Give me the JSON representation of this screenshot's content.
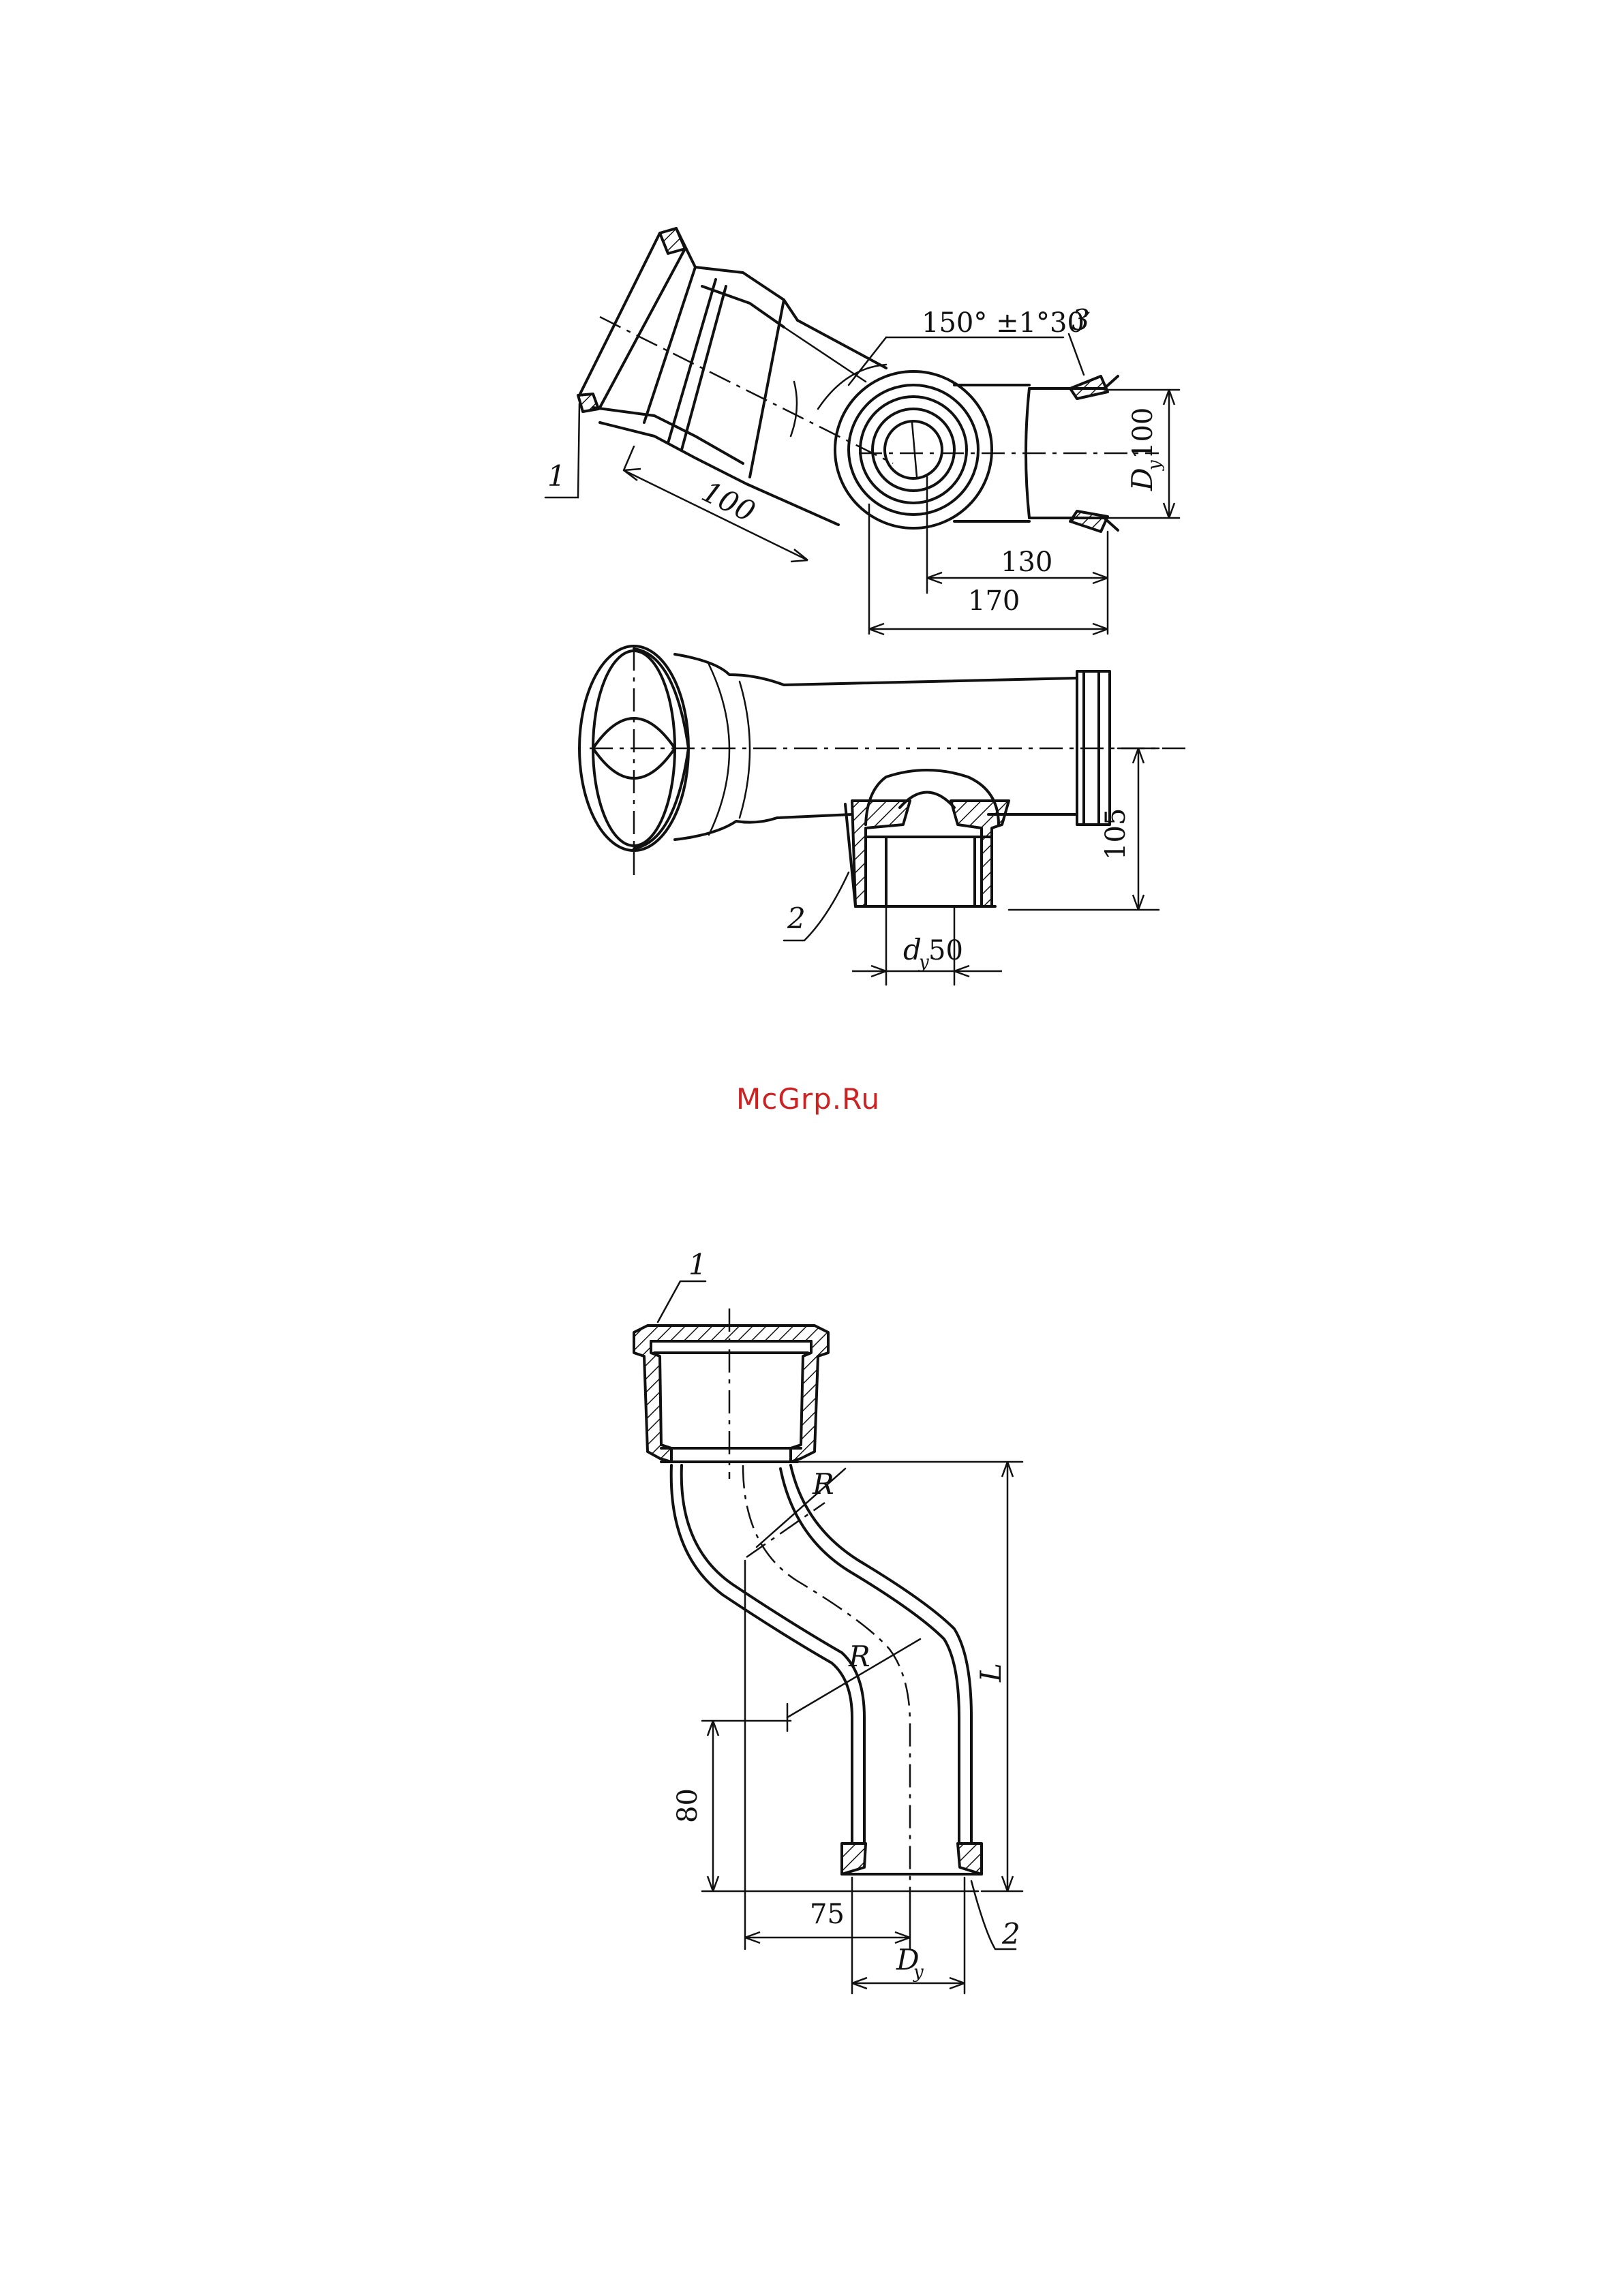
{
  "watermark": "McGrp.Ru",
  "figure_top": {
    "angle": "150° ±1°30′",
    "callout_1": "1",
    "callout_2": "2",
    "callout_3": "3",
    "dim_100": "100",
    "dim_130": "130",
    "dim_170": "170",
    "dim_105": "105",
    "dim_Dy_main": "D",
    "dim_Dy_main_sub": "y",
    "dim_Dy_main_val": "100",
    "dim_dy_branch": "d",
    "dim_dy_branch_sub": "y",
    "dim_dy_branch_val": "50"
  },
  "figure_bottom": {
    "callout_1": "1",
    "callout_2": "2",
    "radius_1": "R",
    "radius_2": "R",
    "dim_L": "L",
    "dim_80": "80",
    "dim_75": "75",
    "dim_Dy": "D",
    "dim_Dy_sub": "y"
  }
}
